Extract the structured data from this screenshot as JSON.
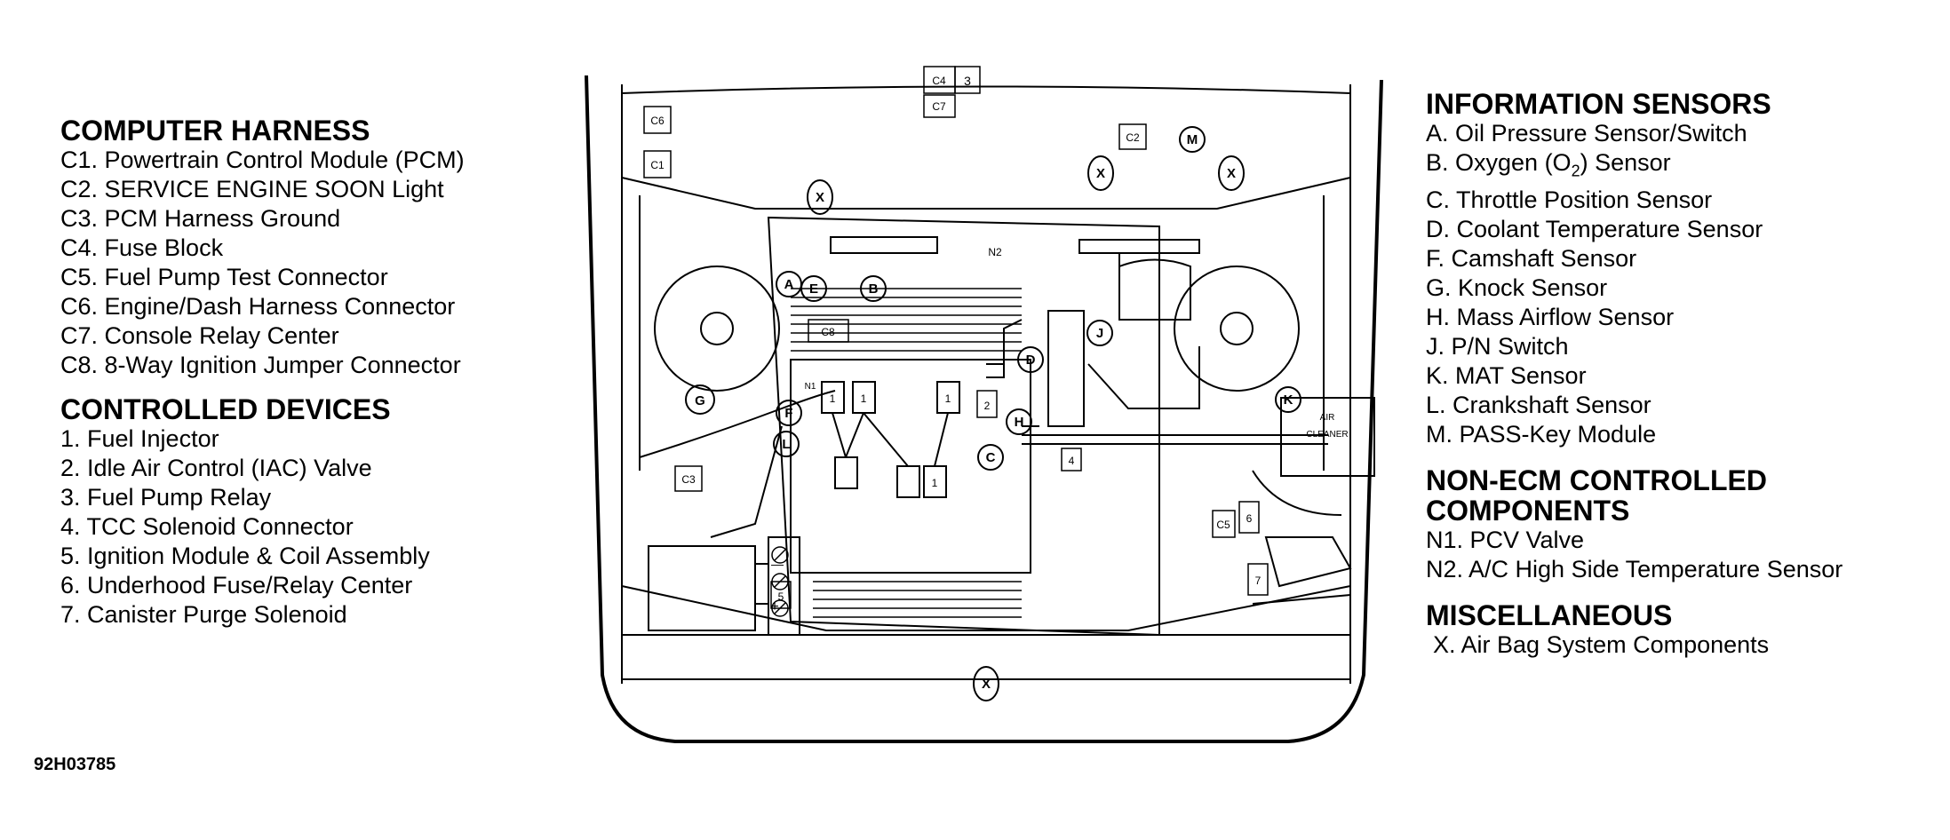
{
  "computer_harness": {
    "title": "COMPUTER HARNESS",
    "items": [
      "C1. Powertrain Control Module (PCM)",
      "C2. SERVICE ENGINE SOON Light",
      "C3. PCM Harness Ground",
      "C4. Fuse Block",
      "C5. Fuel Pump Test Connector",
      "C6. Engine/Dash Harness Connector",
      "C7. Console Relay Center",
      "C8. 8-Way Ignition Jumper Connector"
    ]
  },
  "controlled_devices": {
    "title": "CONTROLLED DEVICES",
    "items": [
      "1. Fuel Injector",
      "2. Idle Air Control (IAC) Valve",
      "3. Fuel Pump Relay",
      "4. TCC Solenoid Connector",
      "5. Ignition Module & Coil Assembly",
      "6. Underhood Fuse/Relay Center",
      "7. Canister Purge Solenoid"
    ]
  },
  "information_sensors": {
    "title": "INFORMATION SENSORS",
    "items": [
      "A. Oil Pressure Sensor/Switch",
      "B. Oxygen (O",
      "C. Throttle Position Sensor",
      "D. Coolant Temperature Sensor",
      "F. Camshaft Sensor",
      "G. Knock Sensor",
      "H. Mass Airflow Sensor",
      "J. P/N Switch",
      "K. MAT Sensor",
      "L. Crankshaft Sensor",
      "M. PASS-Key Module"
    ],
    "oxygen_subscript": "2",
    "oxygen_suffix": ") Sensor"
  },
  "non_ecm": {
    "title_line1": "NON-ECM CONTROLLED",
    "title_line2": "COMPONENTS",
    "items": [
      "N1. PCV Valve",
      "N2. A/C High Side Temperature Sensor"
    ]
  },
  "miscellaneous": {
    "title": "MISCELLANEOUS",
    "items": [
      "X. Air Bag System Components"
    ]
  },
  "figure_id": "92H03785",
  "diagram_labels": {
    "c1": "C1",
    "c2": "C2",
    "c3": "C3",
    "c4": "C4",
    "c5": "C5",
    "c6": "C6",
    "c7": "C7",
    "c8": "C8",
    "n1": "N1",
    "n2": "N2",
    "d1": "1",
    "d2": "2",
    "d3": "3",
    "d4": "4",
    "d5": "5",
    "d6": "6",
    "d7": "7",
    "sA": "A",
    "sB": "B",
    "sC": "C",
    "sD": "D",
    "sE": "E",
    "sF": "F",
    "sG": "G",
    "sH": "H",
    "sJ": "J",
    "sK": "K",
    "sL": "L",
    "sM": "M",
    "x": "X",
    "air": "AIR",
    "cleaner": "CLEANER",
    "batt_minus": "—",
    "batt_plus": "+"
  }
}
